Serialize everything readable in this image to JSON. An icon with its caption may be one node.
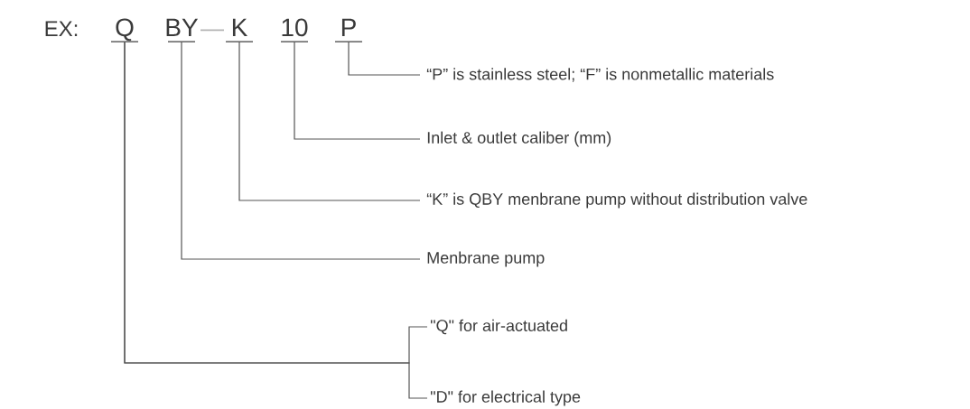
{
  "diagram": {
    "nodes": [
      {
        "text": [
          "Q"
        ]
      },
      {
        "text": [
          "BY"
        ]
      },
      {
        "text": [
          "K"
        ]
      },
      {
        "text": [
          "10"
        ]
      },
      {
        "text": [
          "P"
        ]
      },
      {
        "text": [
          "“P” is stainless steel; “F” is nonmetallic materials"
        ]
      },
      {
        "text": [
          "Inlet & outlet caliber (mm)"
        ]
      },
      {
        "text": [
          "“K” is QBY menbrane pump without distribution valve"
        ]
      },
      {
        "text": [
          "Menbrane pump"
        ]
      },
      {
        "text": [
          "\"Q\" for air-actuated"
        ]
      },
      {
        "text": [
          "\"D\" for electrical type"
        ]
      }
    ],
    "edges": [
      {
        "from": 4,
        "to": 5,
        "arrow": "none"
      },
      {
        "from": 3,
        "to": 6,
        "arrow": "none"
      },
      {
        "from": 2,
        "to": 7,
        "arrow": "none"
      },
      {
        "from": 1,
        "to": 8,
        "arrow": "none"
      },
      {
        "from": 0,
        "to": 9,
        "arrow": "none"
      },
      {
        "from": 0,
        "to": 10,
        "arrow": "none"
      }
    ],
    "labels": [
      "EX:",
      "—"
    ]
  }
}
